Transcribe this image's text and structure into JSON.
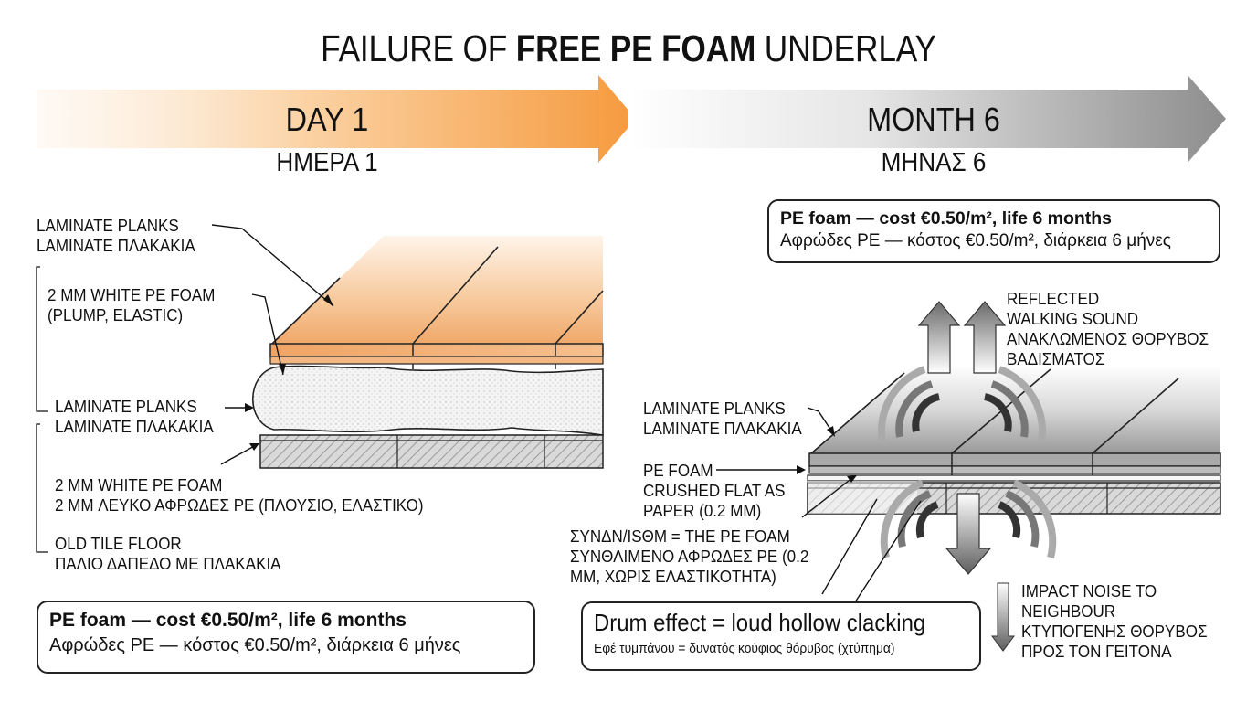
{
  "title": {
    "prefix": "FAILURE OF ",
    "bold": "FREE PE FOAM",
    "suffix": " UNDERLAY"
  },
  "left_panel": {
    "header": "DAY 1",
    "subheader": "ΗΜΕΡΑ 1",
    "labels": {
      "planks_top_1": "LAMINATE PLANKS",
      "planks_top_2": "LAMINATE ΠΛΑΚΑΚΙΑ",
      "foam_1": "2 MM WHITE PE FOAM",
      "foam_2": "(PLUMP, ELASTIC)",
      "planks_mid_1": "LAMINATE PLANKS",
      "planks_mid_2": "LAMINATE ΠΛΑΚΑΚΙΑ",
      "foam_gr_1": "2 MM WHITE PE FOAM",
      "foam_gr_2": "2 MM ΛΕΥΚΟ ΑΦΡΩΔΕΣ ΡΕ (ΠΛΟΥΣΙΟ, ΕΛΑΣΤΙΚΟ)",
      "tile_1": "OLD TILE FLOOR",
      "tile_2": "ΠΑΛΙΟ ΔΑΠΕΔΟ ΜΕ ΠΛΑΚΑΚΙΑ"
    },
    "cost_box": {
      "line1": "PE foam — cost €0.50/m², life 6 months",
      "line2": "Αφρώδες PE — κόστος €0.50/m², διάρκεια 6 μήνες"
    }
  },
  "right_panel": {
    "header": "MONTH 6",
    "subheader": "ΜΗΝΑΣ 6",
    "cost_box": {
      "line1": "PE foam — cost €0.50/m², life 6 months",
      "line2": "Αφρώδες PE — κόστος €0.50/m², διάρκεια 6 μήνες"
    },
    "labels": {
      "reflected_1": "REFLECTED",
      "reflected_2": "WALKING SOUND",
      "reflected_3": "ΑΝΑΚΛΩΜΕΝΟΣ ΘΟΡΥΒΟΣ",
      "reflected_4": "ΒΑΔΙΣΜΑΤΟΣ",
      "planks_1": "LAMINATE PLANKS",
      "planks_2": "LAMINATE ΠΛΑΚΑΚΙΑ",
      "pe_1": "PE FOAM",
      "pe_2": "CRUSHED FLAT AS",
      "pe_3": "PAPER (0.2 MM)",
      "syn_1": "ΣΥΝΔΝ/ISΘΜ = THE PE FOAM",
      "syn_2": "ΣΥΝΘΛΙΜΕΝΟ ΑΦΡΩΔΕΣ ΡΕ (0.2",
      "syn_3": "MM, ΧΩΡΙΣ ΕΛΑΣΤΙΚΟΤΗΤΑ)",
      "impact_1": "IMPACT NOISE TO",
      "impact_2": "NEIGHBOUR",
      "impact_3": "ΚΤΥΠΟΓΕΝΗΣ ΘΟΡΥΒΟΣ",
      "impact_4": "ΠΡΟΣ ΤΟΝ ΓΕΙΤΟΝΑ"
    },
    "drum_box": {
      "line1": "Drum effect = loud hollow clacking",
      "line2": "Εφέ τυμπάνου = δυνατός κούφιος θόρυβος (χτύπημα)"
    }
  },
  "colors": {
    "orange": "#f6a24c",
    "gray": "#8a8a8a",
    "wood": "#f2b27a",
    "floor_hatch": "#b0b0b0"
  }
}
